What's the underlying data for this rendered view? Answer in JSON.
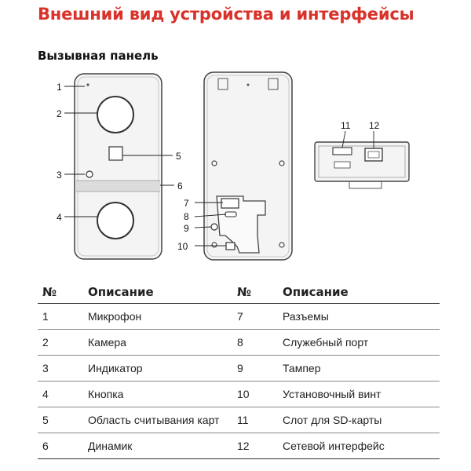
{
  "page": {
    "title": "Внешний вид устройства и интерфейсы",
    "subtitle": "Вызывная панель"
  },
  "callouts": [
    "1",
    "2",
    "3",
    "4",
    "5",
    "6",
    "7",
    "8",
    "9",
    "10",
    "11",
    "12"
  ],
  "table": {
    "headers": {
      "num": "№",
      "desc": "Описание",
      "num2": "№",
      "desc2": "Описание"
    },
    "rows": [
      {
        "n1": "1",
        "d1": "Микрофон",
        "n2": "7",
        "d2": "Разъемы"
      },
      {
        "n1": "2",
        "d1": "Камера",
        "n2": "8",
        "d2": "Служебный порт"
      },
      {
        "n1": "3",
        "d1": "Индикатор",
        "n2": "9",
        "d2": "Тампер"
      },
      {
        "n1": "4",
        "d1": "Кнопка",
        "n2": "10",
        "d2": "Установочный винт"
      },
      {
        "n1": "5",
        "d1": "Область считывания карт",
        "n2": "11",
        "d2": "Слот для SD-карты"
      },
      {
        "n1": "6",
        "d1": "Динамик",
        "n2": "12",
        "d2": "Сетевой интерфейс"
      }
    ]
  }
}
